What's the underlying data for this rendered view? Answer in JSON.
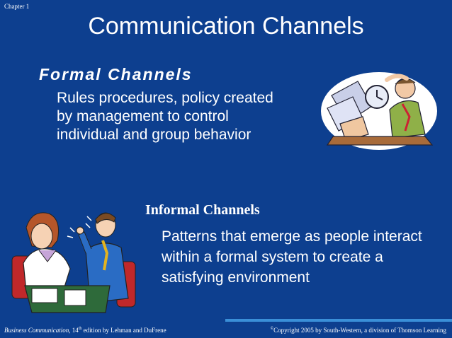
{
  "slide": {
    "chapter": "Chapter 1",
    "title": "Communication Channels",
    "formal": {
      "heading": "Formal Channels",
      "body": "Rules procedures, policy created by management to control individual and group behavior"
    },
    "informal": {
      "heading": "Informal Channels",
      "body": "Patterns that emerge as people interact within a formal system to create a satisfying environment"
    },
    "footer": {
      "book_title": "Business Communication",
      "edition_prefix": ", 14",
      "edition_sup": "th",
      "edition_suffix": " edition by Lehman and DuFrene",
      "copyright_symbol": "©",
      "copyright": "Copyright 2005 by South-Western, a division of Thomson Learning"
    }
  },
  "colors": {
    "background": "#0d3f8f",
    "text": "#ffffff",
    "rule": "#3a8fd8"
  },
  "icons": {
    "formal_clipart": "busy-office-worker-clock-icon",
    "informal_clipart": "two-colleagues-chatting-icon"
  }
}
